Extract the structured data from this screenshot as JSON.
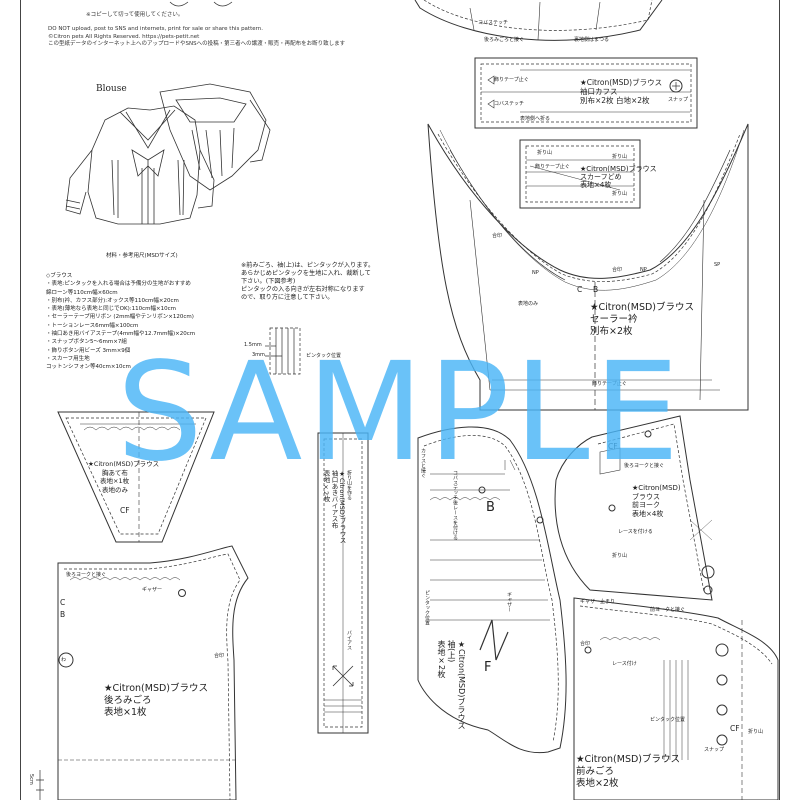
{
  "notice": {
    "line1": "※コピーして切って使用してください。",
    "line2": "DO NOT upload, post to SNS and internets, print for sale or share this pattern.",
    "line3": "©Citron pets All Rights Reserved. https://pets-petit.net",
    "line4": "この型紙データのインターネット上へのアップロードやSNSへの投稿・第三者への譲渡・販売・再配布をお断り致します"
  },
  "illustration": {
    "title": "Blouse"
  },
  "materials": {
    "title": "材料・参考用尺(MSDサイズ)",
    "section": "◇ブラウス",
    "items": [
      "・表地:ピンタックを入れる場合は予備分の生地がおすすめ",
      "綿ローン等110cm幅×60cm",
      "・別布(衿、カフス部分):オックス等110cm幅×20cm",
      "・表地(薄地なら表地と同じでOK):110cm幅×10cm",
      "・セーラーテープ用リボン (2mm幅やテンリボン×120cm)",
      "・トーションレース6mm幅×100cm",
      "・袖口あき用バイアステープ(4mm幅や12.7mm幅)×20cm",
      "・スナップボタン5～6mm×7組",
      "・飾りボタン用ビーズ 3mm×9個",
      "・スカーフ用生地",
      "コットンシフォン等40cm×10cm"
    ]
  },
  "pintuck_note": {
    "lines": [
      "※前みごろ、袖(上)は、ピンタックが入ります。",
      "あらかじめピンタックを生地に入れ、裁断して",
      "下さい。(下図参考)",
      "ピンタックの入る向きが左右対称になります",
      "ので、取り方に注意して下さい。"
    ],
    "label_15mm": "1.5mm",
    "label_3mm": "3mm",
    "label_pintuck": "ピンタック位置"
  },
  "labels": {
    "top_stitch": "コバステッチ",
    "top_attach_back": "後ろみごろと接ぐ",
    "top_facing": "裏地側はまつる",
    "cuff_tape": "飾りテープ止ぐ",
    "cuff_kobastitch": "コバステッチ",
    "cuff_fold": "表地側へ折る",
    "cuff_snap": "スナップ",
    "scarf_fold1": "折り山",
    "scarf_fold2": "折り山",
    "scarf_fold3": "折り山",
    "scarf_tape": "飾りテープ止ぐ",
    "collar_ai": "合印",
    "collar_np_left": "NP",
    "collar_np_right": "NP",
    "collar_ai_right": "合印",
    "collar_sp": "SP",
    "collar_back_note": "表地のみ",
    "collar_c": "C",
    "collar_b": "B",
    "collar_tape": "飾りテープ止ぐ",
    "yoke_back_attach": "後ろヨークと接ぐ",
    "yoke_lace": "レースを付ける",
    "yoke_cf": "CF",
    "yoke_fold": "折り山",
    "band_fold": "折り山を作る",
    "band_bias": "バイアス",
    "back_attach": "後ろヨークと接ぐ",
    "back_gather": "ギャザー",
    "back_c": "C",
    "back_b": "B",
    "back_wa": "わ",
    "back_ai": "合印",
    "sleeve_b": "B",
    "sleeve_f": "F",
    "sleeve_pintuck": "ピンタック位置",
    "sleeve_lace": "コバステッチ後レースを付ける",
    "sleeve_gather": "ギャザー",
    "sleeve_cuff_attach": "カフスと接ぐ",
    "front_yoke_gather": "ギャザー止まり",
    "front_yoke_note": "前ヨークと接ぐ",
    "front_lace": "レース付け",
    "front_pintuck": "ピンタック位置",
    "front_snap": "スナップ",
    "front_cf": "CF",
    "front_fold": "折り山",
    "front_ai": "合印",
    "scale": "5cm"
  },
  "pieces": {
    "cuff": {
      "l1": "★Citron(MSD)ブラウス",
      "l2": "袖口カフス",
      "l3": "別布×2枚 白地×2枚"
    },
    "scarf": {
      "l1": "★Citron(MSD)ブラウス",
      "l2": "スカーフどめ",
      "l3": "表地×4枚"
    },
    "collar": {
      "l1": "★Citron(MSD)ブラウス",
      "l2": "セーラー衿",
      "l3": "別布×2枚"
    },
    "front_yoke_small": {
      "l1": "★Citron(MSD)ブラウス",
      "l2": "胸あて布",
      "l3": "表地×1枚",
      "l4": "表地のみ",
      "l5": "CF"
    },
    "neck_band": {
      "l1": "★Citron(MSD)ブラウス",
      "l2": "袖口あきバイアス布",
      "l3": "表地×2枚"
    },
    "back_bodice": {
      "l1": "★Citron(MSD)ブラウス",
      "l2": "後ろみごろ",
      "l3": "表地×1枚"
    },
    "sleeve": {
      "l1": "★Citron(MSD)ブラウス",
      "l2": "袖(上)",
      "l3": "表地×2枚"
    },
    "yoke": {
      "l1": "★Citron(MSD)",
      "l2": "ブラウス",
      "l3": "前ヨーク",
      "l4": "表地×4枚"
    },
    "front_bodice": {
      "l1": "★Citron(MSD)ブラウス",
      "l2": "前みごろ",
      "l3": "表地×2枚"
    }
  },
  "watermark": "SAMPLE"
}
